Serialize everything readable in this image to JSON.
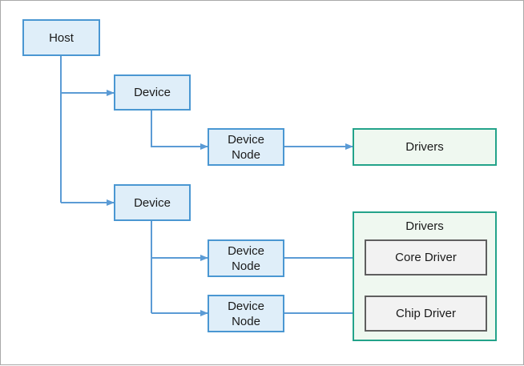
{
  "diagram": {
    "nodes": {
      "host": "Host",
      "device_1": "Device",
      "device_node_1": "Device\nNode",
      "drivers_1": "Drivers",
      "device_2": "Device",
      "device_node_2": "Device\nNode",
      "device_node_3": "Device\nNode",
      "drivers_2": "Drivers",
      "core_driver": "Core Driver",
      "chip_driver": "Chip Driver"
    },
    "colors": {
      "connector": "#5b9bd5",
      "blue_fill": "#dfeef9",
      "blue_border": "#4a97d2",
      "green_fill": "#eff8f0",
      "green_border": "#23a38a",
      "gray_fill": "#f2f2f2",
      "gray_border": "#5f5f5f"
    }
  }
}
